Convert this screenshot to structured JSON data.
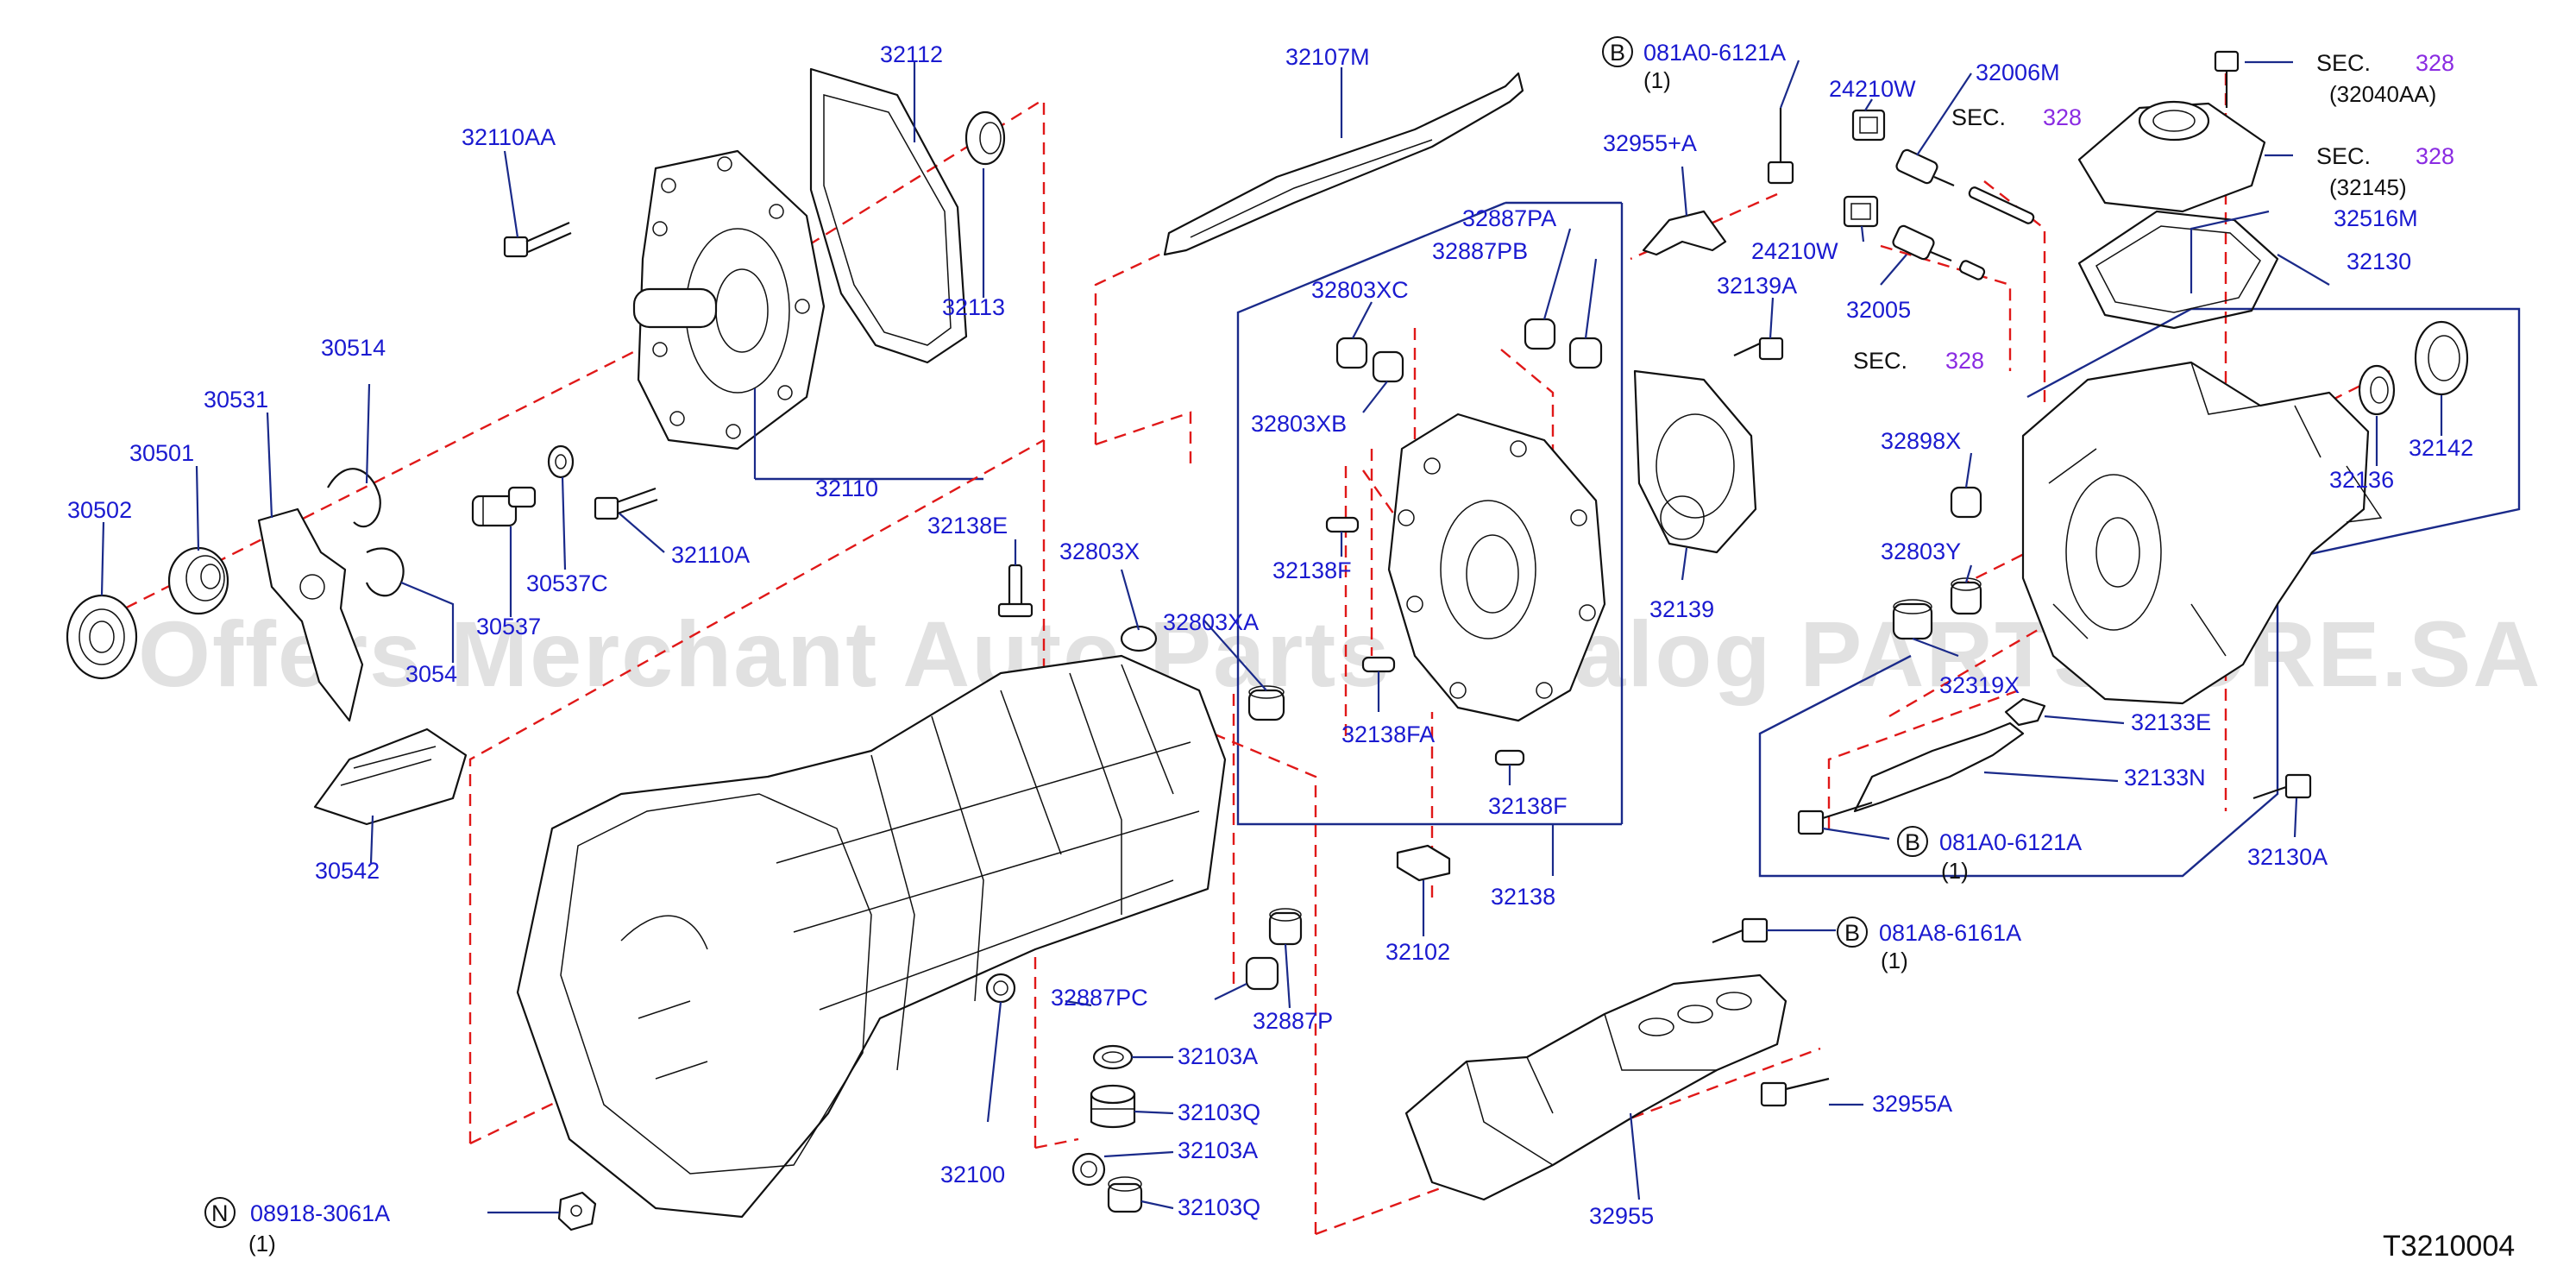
{
  "diagram": {
    "reference_code": "T3210004",
    "watermark": "Offers Merchant Auto Parts Catalog PARTSTORE.SA",
    "colors": {
      "label": "#1a1ad0",
      "dashed_line": "#e01818",
      "leader": "#1a2a8a",
      "section_ref": "#8a2be2"
    },
    "labels": {
      "p32112": "32112",
      "p32110AA": "32110AA",
      "p32113": "32113",
      "p30514": "30514",
      "p30531": "30531",
      "p30501": "30501",
      "p30502": "30502",
      "p32110": "32110",
      "p30537C": "30537C",
      "p32110A": "32110A",
      "p30537": "30537",
      "p30544": "3054",
      "p30542": "30542",
      "p32107M": "32107M",
      "p32138E": "32138E",
      "p32803X": "32803X",
      "p32803XA": "32803XA",
      "p32887PA": "32887PA",
      "p32887PB": "32887PB",
      "p32803XC": "32803XC",
      "p32803XB": "32803XB",
      "p32138F": "32138F",
      "p32138FA": "32138FA",
      "p32138F2": "32138F",
      "p32138": "32138",
      "p32102": "32102",
      "p32100": "32100",
      "p32887PC": "32887PC",
      "p32887P": "32887P",
      "p32103A": "32103A",
      "p32103Q": "32103Q",
      "p32103A2": "32103A",
      "p32103Q2": "32103Q",
      "p32955A_plus": "32955+A",
      "p24210W": "24210W",
      "p32006M": "32006M",
      "p24210W2": "24210W",
      "p32139A": "32139A",
      "p32005": "32005",
      "p32139": "32139",
      "p32898X": "32898X",
      "p32803Y": "32803Y",
      "p32319X": "32319X",
      "p32133E": "32133E",
      "p32133N": "32133N",
      "p32130": "32130",
      "p32516M": "32516M",
      "p32136": "32136",
      "p32142": "32142",
      "p32130A": "32130A",
      "p32955A": "32955A",
      "p32955": "32955"
    },
    "section_refs": {
      "sec_label": "SEC.",
      "sec_num": "328",
      "sec_a_sub": "(32040AA)",
      "sec_b_sub": "(32145)"
    },
    "bolts": {
      "b1_letter": "B",
      "b1_code": "081A0-6121A",
      "b1_qty": "(1)",
      "b2_letter": "B",
      "b2_code": "081A0-6121A",
      "b2_qty": "(1)",
      "b3_letter": "B",
      "b3_code": "081A8-6161A",
      "b3_qty": "(1)",
      "n1_letter": "N",
      "n1_code": "08918-3061A",
      "n1_qty": "(1)"
    }
  }
}
